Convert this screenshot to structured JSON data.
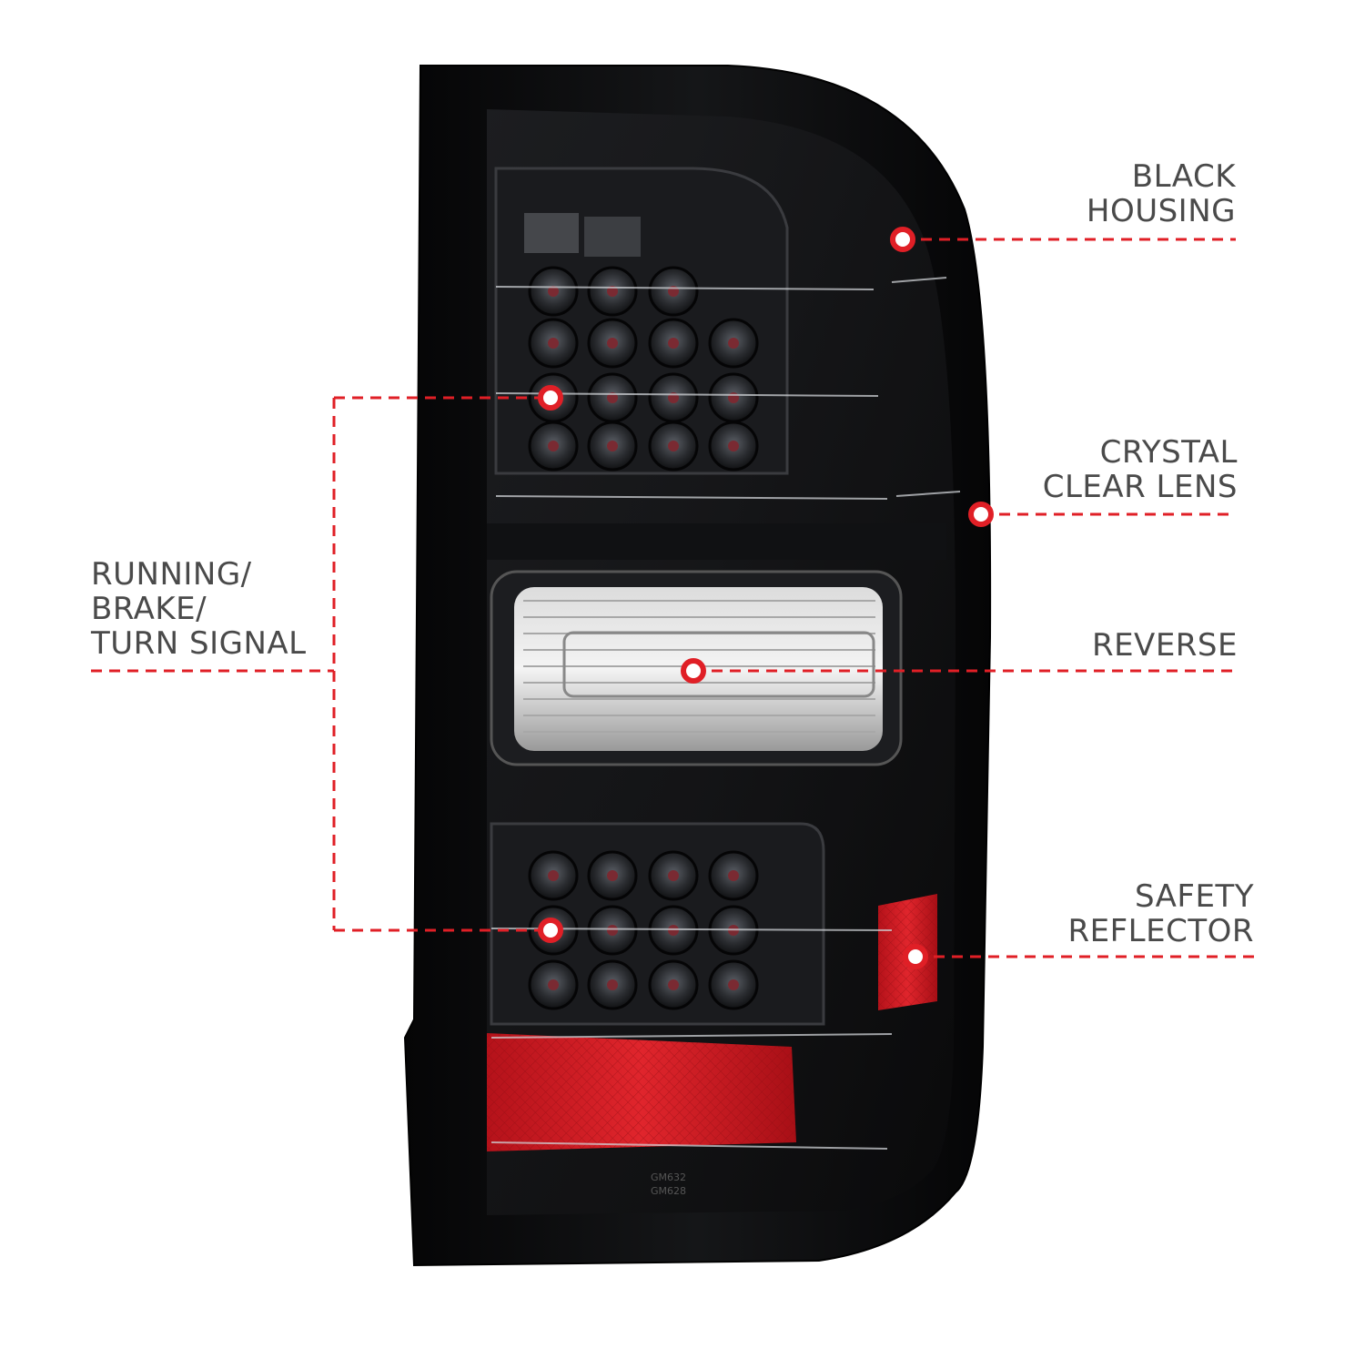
{
  "colors": {
    "accent": "#e01f26",
    "label_text": "#4a4a4a",
    "housing": "#0b0b0c",
    "reflector": "#c8151d"
  },
  "labels": {
    "black_housing": [
      "BLACK",
      "HOUSING"
    ],
    "crystal_clear_lens": [
      "CRYSTAL",
      "CLEAR LENS"
    ],
    "reverse": [
      "REVERSE"
    ],
    "safety_reflector": [
      "SAFETY",
      "REFLECTOR"
    ],
    "running_brake_turn": [
      "RUNNING/",
      "BRAKE/",
      "TURN SIGNAL"
    ]
  },
  "part_marks": [
    "GM632",
    "GM628"
  ]
}
